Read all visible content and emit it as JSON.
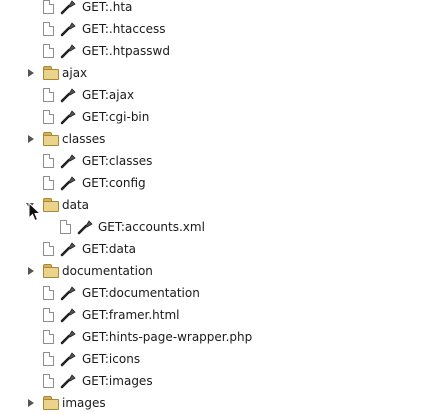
{
  "tree": {
    "rows": [
      {
        "label": "GET:.hta"
      },
      {
        "label": "GET:.htaccess"
      },
      {
        "label": "GET:.htpasswd"
      },
      {
        "label": "ajax"
      },
      {
        "label": "GET:ajax"
      },
      {
        "label": "GET:cgi-bin"
      },
      {
        "label": "classes"
      },
      {
        "label": "GET:classes"
      },
      {
        "label": "GET:config"
      },
      {
        "label": "data"
      },
      {
        "label": "GET:accounts.xml"
      },
      {
        "label": "GET:data"
      },
      {
        "label": "documentation"
      },
      {
        "label": "GET:documentation"
      },
      {
        "label": "GET:framer.html"
      },
      {
        "label": "GET:hints-page-wrapper.php"
      },
      {
        "label": "GET:icons"
      },
      {
        "label": "GET:images"
      },
      {
        "label": "images"
      }
    ]
  },
  "icons": {
    "folder": "folder-icon",
    "document": "document-icon",
    "request": "wrench-icon",
    "cursor": "mouse-pointer-icon"
  },
  "colors": {
    "folder_fill": "#ecd38c",
    "folder_border": "#a98735",
    "toggle": "#555555",
    "text": "#1a1a1a"
  }
}
